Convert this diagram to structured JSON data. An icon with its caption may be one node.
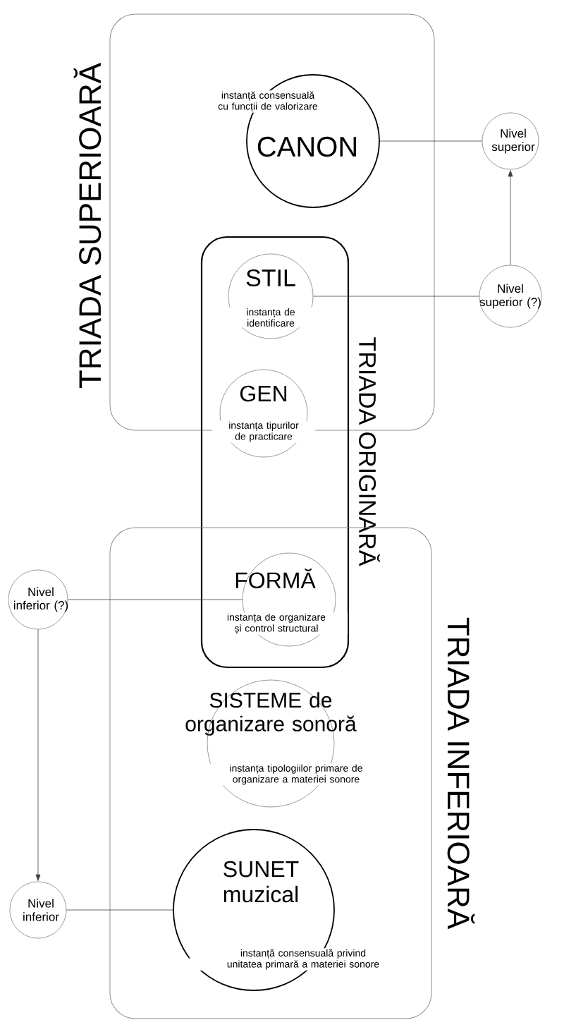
{
  "diagram": {
    "nodes": [
      {
        "text": [
          "TRIADA SUPERIOARĂ"
        ]
      },
      {
        "text": [
          "instanță consensuală cu funcții de valorizare",
          "CANON"
        ],
        "in": 0
      },
      {
        "text": [
          "TRIADA ORIGINARĂ"
        ]
      },
      {
        "text": [
          "STIL",
          "instanța de identificare"
        ]
      },
      {
        "text": [
          "GEN",
          "instanța tipurilor de practicare"
        ],
        "in": 2
      },
      {
        "text": [
          "TRIADA INFERIOARĂ"
        ]
      },
      {
        "text": [
          "FORMĂ",
          "instanța de organizare și control structural"
        ]
      },
      {
        "text": [
          "SISTEME de organizare sonoră",
          "instanța tipologiilor primare de organizare a materiei sonore"
        ],
        "in": 5
      },
      {
        "text": [
          "SUNET muzical",
          "instanță consensuală privind unitatea primară a materiei sonore"
        ],
        "in": 5
      },
      {
        "text": [
          "Nivel superior"
        ]
      },
      {
        "text": [
          "Nivel superior (?)"
        ]
      },
      {
        "text": [
          "Nivel inferior (?)"
        ]
      },
      {
        "text": [
          "Nivel inferior"
        ]
      }
    ],
    "edges": [
      {
        "from": 1,
        "to": 9,
        "arrow": "none"
      },
      {
        "from": 3,
        "to": 10,
        "arrow": "none"
      },
      {
        "from": 10,
        "to": 9,
        "arrow": "to"
      },
      {
        "from": 11,
        "to": 6,
        "arrow": "none"
      },
      {
        "from": 11,
        "to": 12,
        "arrow": "to"
      },
      {
        "from": 12,
        "to": 8,
        "arrow": "none"
      }
    ]
  }
}
